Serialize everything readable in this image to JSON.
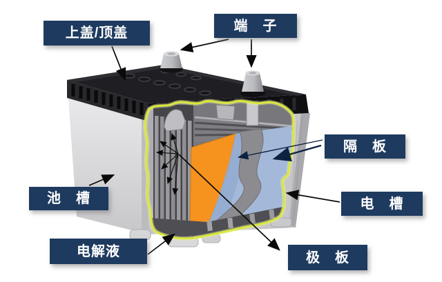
{
  "diagram": {
    "subject": "battery-cutaway-diagram",
    "labels": {
      "top_cover": "上盖/顶盖",
      "terminal": "端　子",
      "separator": "隔　板",
      "cell_tank": "池　槽",
      "container": "电　槽",
      "electrolyte": "电解液",
      "plate": "极　板"
    },
    "colors": {
      "label_bg": "#1e3a5f",
      "label_text": "#ffffff",
      "cut_outline": "#d9e740",
      "positive_plate": "#f6921e",
      "separator_blue": "#a4b9d9",
      "cover_black": "#1f1f23",
      "case_gray": "#d9d9dc",
      "arrow_black": "#0a0a0a",
      "arrow_navy": "#0d2240",
      "bg": "#ffffff"
    }
  }
}
